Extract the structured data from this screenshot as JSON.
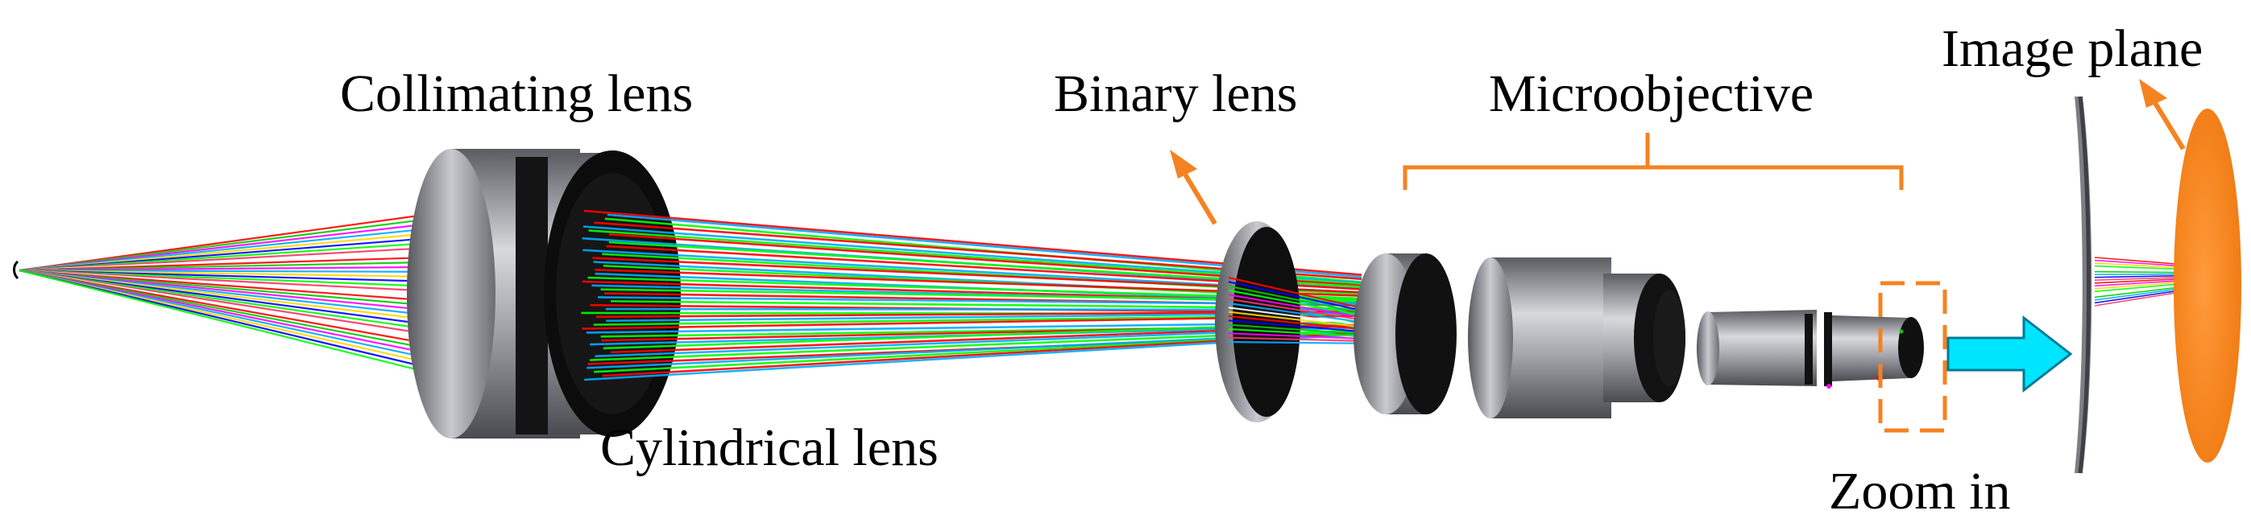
{
  "labels": {
    "collimating_lens": "Collimating lens",
    "cylindrical_lens": "Cylindrical lens",
    "binary_lens": "Binary lens",
    "microobjective": "Microobjective",
    "image_plane": "Image plane",
    "zoom_in": "Zoom in"
  },
  "colors": {
    "accent_orange": "#F58220",
    "zoom_arrow_cyan": "#00E5FF",
    "lens_dark": "#111111",
    "lens_metal": "#9a9ba1",
    "ray_palette": [
      "#ff0000",
      "#00cc00",
      "#ff00ff",
      "#00aaff",
      "#ffd700",
      "#0000ff",
      "#00ff00",
      "#ff3366",
      "#ffffff"
    ]
  }
}
